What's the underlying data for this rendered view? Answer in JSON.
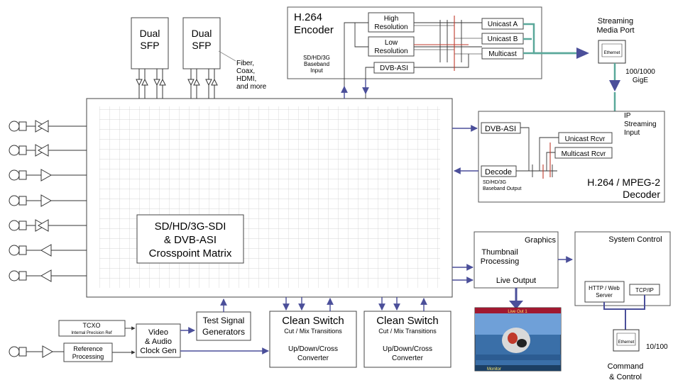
{
  "dual_sfp": [
    "Dual",
    "SFP"
  ],
  "sfp_media": [
    "Fiber,",
    "Coax,",
    "HDMI,",
    "and more"
  ],
  "encoder": {
    "title": [
      "H.264",
      "Encoder"
    ],
    "high": [
      "High",
      "Resolution"
    ],
    "low": [
      "Low",
      "Resolution"
    ],
    "unicast_a": "Unicast A",
    "unicast_b": "Unicast B",
    "multicast": "Multicast",
    "input_label": [
      "SD/HD/3G",
      "Baseband",
      "Input"
    ],
    "dvb_asi": "DVB-ASI"
  },
  "streaming_port": [
    "Streaming",
    "Media Port"
  ],
  "ethernet_label": "Ethernet",
  "gige": [
    "100/1000",
    "GigE"
  ],
  "ip_input": [
    "IP",
    "Streaming",
    "Input"
  ],
  "decoder": {
    "dvb_asi": "DVB-ASI",
    "unicast_rcvr": "Unicast Rcvr",
    "multicast_rcvr": "Multicast Rcvr",
    "decode": "Decode",
    "output_label": [
      "SD/HD/3G",
      "Baseband Output"
    ],
    "title": [
      "H.264 / MPEG-2",
      "Decoder"
    ]
  },
  "matrix_label": [
    "SD/HD/3G-SDI",
    "& DVB-ASI",
    "Crosspoint Matrix"
  ],
  "graphics": {
    "title": "Graphics",
    "processing": [
      "Thumbnail",
      "Processing"
    ],
    "live_output": "Live Output",
    "thumb_top": "Live Out 1",
    "thumb_bottom": "Monitor"
  },
  "system_control": {
    "title": "System Control",
    "server": [
      "HTTP / Web",
      "Server"
    ],
    "tcpip": "TCP/IP",
    "speed": "10/100",
    "command": [
      "Command",
      "& Control"
    ]
  },
  "tcxo": {
    "title": "TCXO",
    "subtitle": "Internal Precision Ref"
  },
  "reference": [
    "Reference",
    "Processing"
  ],
  "clock_gen": [
    "Video",
    "& Audio",
    "Clock Gen"
  ],
  "test_signal": [
    "Test Signal",
    "Generators"
  ],
  "clean_switch_1": {
    "title": "Clean Switch",
    "subtitle": "Cut / Mix Transitions",
    "conv": [
      "Up/Down/Cross",
      "Converter"
    ]
  },
  "clean_switch_2": {
    "title": "Clean Switch",
    "subtitle": "Cut / Mix Transitions",
    "conv": [
      "Up/Down/Cross",
      "Converter"
    ]
  },
  "colors": {
    "link": "#5aa89a",
    "arrow": "#4b4f9a",
    "line": "#333333",
    "red": "#c0392b"
  }
}
